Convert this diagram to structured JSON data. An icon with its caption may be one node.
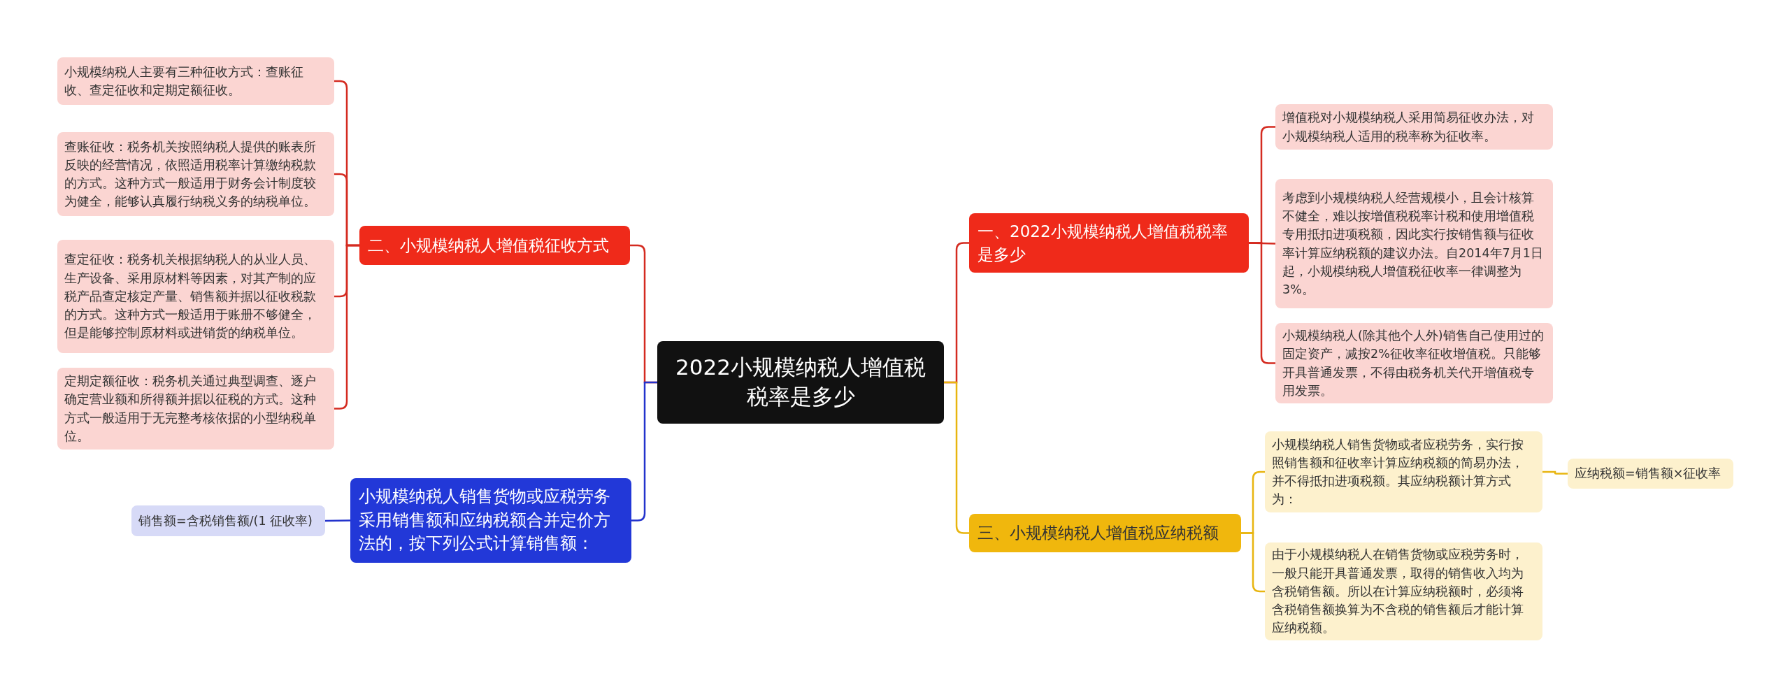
{
  "diagram": {
    "nodes": [
      {
        "text": [
          "2022小规模纳税人增值税税率是多少"
        ]
      },
      {
        "text": [
          "一、2022小规模纳税人增值税税率是多少"
        ]
      },
      {
        "text": [
          "增值税对小规模纳税人采用简易征收办法，对小规模纳税人适用的税率称为征收率。"
        ]
      },
      {
        "text": [
          "考虑到小规模纳税人经营规模小，且会计核算不健全，难以按增值税税率计税和使用增值税专用抵扣进项税额，因此实行按销售额与征收率计算应纳税额的建议办法。自2014年7月1日起，小规模纳税人增值税征收率一律调整为3%。"
        ]
      },
      {
        "text": [
          "小规模纳税人(除其他个人外)销售自己使用过的固定资产，减按2%征收率征收增值税。只能够开具普通发票，不得由税务机关代开增值税专用发票。"
        ]
      },
      {
        "text": [
          "三、小规模纳税人增值税应纳税额"
        ]
      },
      {
        "text": [
          "小规模纳税人销售货物或者应税劳务，实行按照销售额和征收率计算应纳税额的简易办法，并不得抵扣进项税额。其应纳税额计算方式为："
        ]
      },
      {
        "text": [
          "应纳税额=销售额×征收率"
        ]
      },
      {
        "text": [
          "由于小规模纳税人在销售货物或应税劳务时，一般只能开具普通发票，取得的销售收入均为含税销售额。所以在计算应纳税额时，必须将含税销售额换算为不含税的销售额后才能计算应纳税额。"
        ]
      },
      {
        "text": [
          "二、小规模纳税人增值税征收方式"
        ]
      },
      {
        "text": [
          "小规模纳税人主要有三种征收方式：查账征收、查定征收和定期定额征收。"
        ]
      },
      {
        "text": [
          "查账征收：税务机关按照纳税人提供的账表所反映的经营情况，依照适用税率计算缴纳税款的方式。这种方式一般适用于财务会计制度较为健全，能够认真履行纳税义务的纳税单位。"
        ]
      },
      {
        "text": [
          "查定征收：税务机关根据纳税人的从业人员、生产设备、采用原材料等因素，对其产制的应税产品查定核定产量、销售额并据以征收税款的方式。这种方式一般适用于账册不够健全，但是能够控制原材料或进销货的纳税单位。"
        ]
      },
      {
        "text": [
          "定期定额征收：税务机关通过典型调查、逐户确定营业额和所得额并据以征税的方式。这种方式一般适用于无完整考核依据的小型纳税单位。"
        ]
      },
      {
        "text": [
          "小规模纳税人销售货物或应税劳务采用销售额和应纳税额合并定价方法的，按下列公式计算销售额："
        ]
      },
      {
        "text": [
          "销售额=含税销售额/(1 征收率)"
        ]
      }
    ],
    "edges": [
      {
        "from": 0,
        "to": 1,
        "arrow": "none"
      },
      {
        "from": 1,
        "to": 2,
        "arrow": "none"
      },
      {
        "from": 1,
        "to": 3,
        "arrow": "none"
      },
      {
        "from": 1,
        "to": 4,
        "arrow": "none"
      },
      {
        "from": 0,
        "to": 5,
        "arrow": "none",
        "color": "#e8b50f"
      },
      {
        "from": 5,
        "to": 6,
        "arrow": "none",
        "color": "#e8b50f"
      },
      {
        "from": 6,
        "to": 7,
        "arrow": "none",
        "color": "#e8b50f"
      },
      {
        "from": 5,
        "to": 8,
        "arrow": "none",
        "color": "#e8b50f"
      },
      {
        "from": 0,
        "to": 9,
        "arrow": "none"
      },
      {
        "from": 9,
        "to": 10,
        "arrow": "none"
      },
      {
        "from": 9,
        "to": 11,
        "arrow": "none"
      },
      {
        "from": 9,
        "to": 12,
        "arrow": "none"
      },
      {
        "from": 9,
        "to": 13,
        "arrow": "none"
      },
      {
        "from": 0,
        "to": 14,
        "arrow": "none",
        "color": "#2333cc"
      },
      {
        "from": 14,
        "to": 15,
        "arrow": "none",
        "color": "#2333cc"
      }
    ]
  }
}
